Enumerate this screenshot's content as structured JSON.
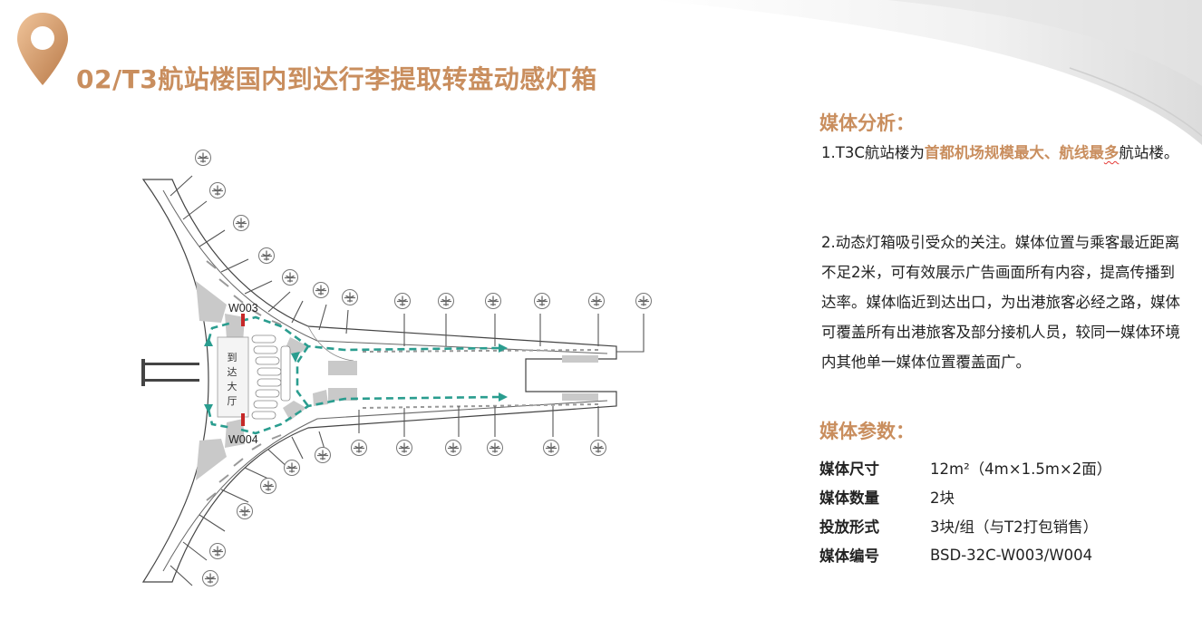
{
  "page": {
    "title": "02/T3航站楼国内到达行李提取转盘动感灯箱"
  },
  "map": {
    "label_w003": "W003",
    "label_w004": "W004",
    "hall_label": [
      "到",
      "达",
      "大",
      "厅"
    ]
  },
  "analysis": {
    "heading": "媒体分析：",
    "p1_pre": "1.T3C航站楼为",
    "p1_hl1": "首都机场规模最大、航线最",
    "p1_hl2": "多",
    "p1_post": "航站楼。",
    "p2": "2.动态灯箱吸引受众的关注。媒体位置与乘客最近距离不足2米，可有效展示广告画面所有内容，提高传播到达率。媒体临近到达出口，为出港旅客必经之路，媒体可覆盖所有出港旅客及部分接机人员，较同一媒体环境内其他单一媒体位置覆盖面广。"
  },
  "params": {
    "heading": "媒体参数：",
    "rows": [
      {
        "key": "媒体尺寸",
        "value": "12m²（4m×1.5m×2面）"
      },
      {
        "key": "媒体数量",
        "value": "2块"
      },
      {
        "key": "投放形式",
        "value": "3块/组（与T2打包销售）"
      },
      {
        "key": "媒体编号",
        "value": "BSD-32C-W003/W004"
      }
    ]
  },
  "colors": {
    "accent": "#c98e5e",
    "route": "#2a9d8f",
    "marker": "#c62828",
    "highlight_squiggle": "#e53935"
  },
  "icons": [
    "location-pin-icon",
    "airplane-icon"
  ]
}
